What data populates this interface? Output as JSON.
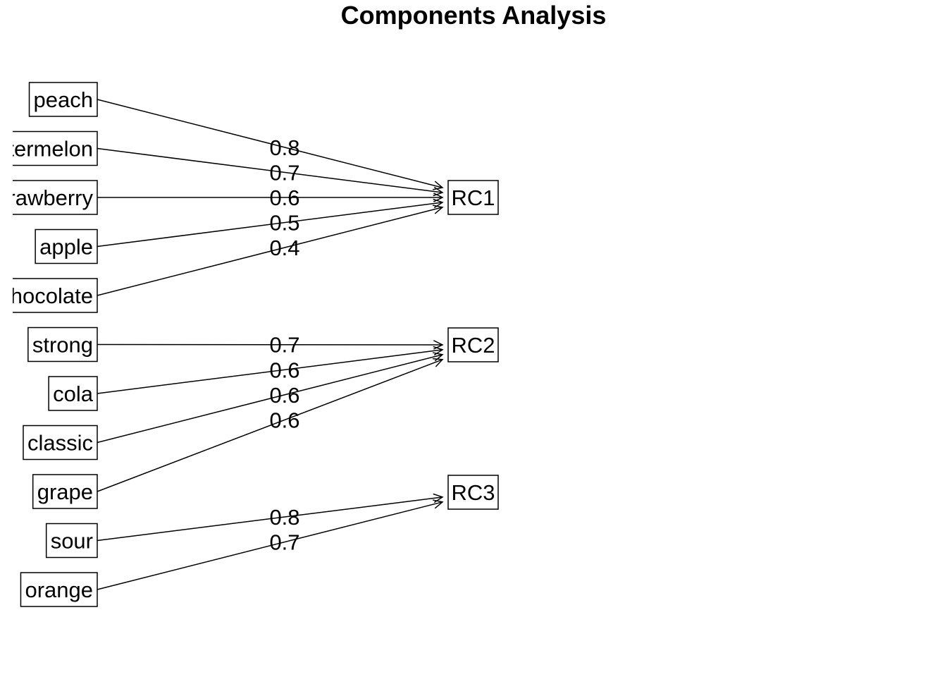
{
  "title": "Components Analysis",
  "variables": [
    "peach",
    "watermelon",
    "strawberry",
    "apple",
    "chocolate",
    "strong",
    "cola",
    "classic",
    "grape",
    "sour",
    "orange"
  ],
  "factors": [
    "RC1",
    "RC2",
    "RC3"
  ],
  "edges": [
    {
      "from": "peach",
      "to": "RC1",
      "loading": "0.8"
    },
    {
      "from": "watermelon",
      "to": "RC1",
      "loading": "0.7"
    },
    {
      "from": "strawberry",
      "to": "RC1",
      "loading": "0.6"
    },
    {
      "from": "apple",
      "to": "RC1",
      "loading": "0.5"
    },
    {
      "from": "chocolate",
      "to": "RC1",
      "loading": "0.4"
    },
    {
      "from": "strong",
      "to": "RC2",
      "loading": "0.7"
    },
    {
      "from": "cola",
      "to": "RC2",
      "loading": "0.6"
    },
    {
      "from": "classic",
      "to": "RC2",
      "loading": "0.6"
    },
    {
      "from": "grape",
      "to": "RC2",
      "loading": "0.6"
    },
    {
      "from": "sour",
      "to": "RC3",
      "loading": "0.8"
    },
    {
      "from": "orange",
      "to": "RC3",
      "loading": "0.7"
    }
  ],
  "colors": {
    "line": "#000000",
    "background": "#ffffff"
  }
}
